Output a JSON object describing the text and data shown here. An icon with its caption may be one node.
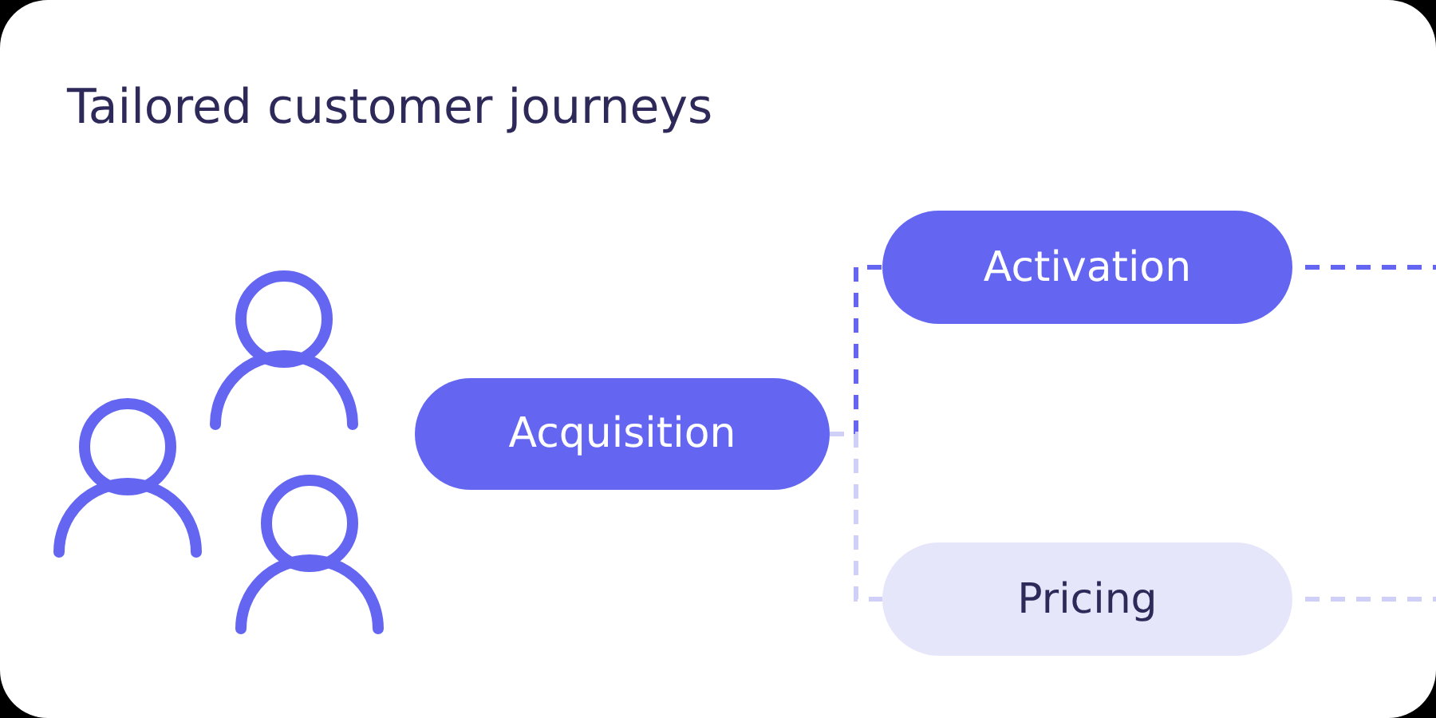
{
  "diagram": {
    "title": "Tailored customer journeys",
    "nodes": [
      {
        "text": [
          "Acquisition"
        ]
      },
      {
        "text": [
          "Activation"
        ]
      },
      {
        "text": [
          "Pricing"
        ]
      }
    ],
    "edges": [
      {
        "from": 0,
        "to": 1,
        "arrow": "none",
        "style": "dashed"
      },
      {
        "from": 0,
        "to": 2,
        "arrow": "none",
        "style": "dashed",
        "color": "#cfcff7"
      },
      {
        "from": 1,
        "to": null,
        "arrow": "none",
        "style": "dashed"
      },
      {
        "from": 2,
        "to": null,
        "arrow": "none",
        "style": "dashed",
        "color": "#cfcff7"
      }
    ]
  }
}
